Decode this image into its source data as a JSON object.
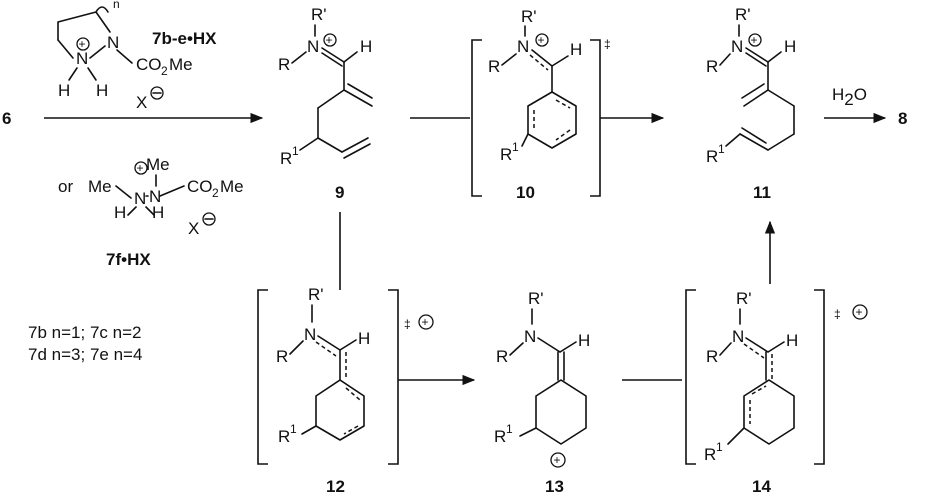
{
  "compounds": {
    "c6": "6",
    "c8": "8",
    "c9": "9",
    "c10": "10",
    "c11": "11",
    "c12": "12",
    "c13": "13",
    "c14": "14"
  },
  "reagents": {
    "reagent1_label": "7b-e•HX",
    "reagent1_n": "n",
    "or": "or",
    "reagent2_label": "7f•HX",
    "me": "Me",
    "co2me_a": "CO",
    "co2me_b": "2",
    "co2me_c": "Me",
    "x": "X",
    "h": "H",
    "n": "N",
    "water_a": "H",
    "water_b": "2",
    "water_c": "O"
  },
  "legend": {
    "line1": "7b n=1; 7c n=2",
    "line2": "7d n=3; 7e n=4",
    "b1": "7b",
    "t1": " n=1; ",
    "b2": "7c",
    "t2": " n=2",
    "b3": "7d",
    "t3": " n=3; ",
    "b4": "7e",
    "t4": " n=4"
  },
  "atoms": {
    "R": "R",
    "Rp": "R'",
    "R1": "R",
    "one": "1",
    "N": "N",
    "H": "H"
  },
  "marks": {
    "ddagger": "‡"
  },
  "colors": {
    "ink": "#111111",
    "background": "#ffffff"
  }
}
